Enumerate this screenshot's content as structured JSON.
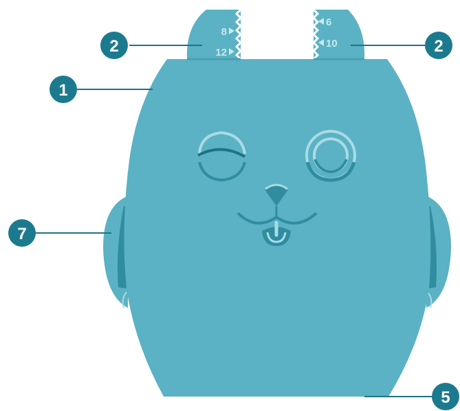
{
  "colors": {
    "body": "#5ab2c4",
    "body_dark": "#2f8d9f",
    "body_light": "#a9dbe5",
    "leader": "#1f7283",
    "marker": "#1c7a8e",
    "background": "#ffffff"
  },
  "ears": {
    "left": {
      "marks": [
        "8",
        "12"
      ]
    },
    "right": {
      "marks": [
        "6",
        "10"
      ]
    }
  },
  "callouts": [
    {
      "id": "2",
      "target": "left-ear"
    },
    {
      "id": "2",
      "target": "right-ear"
    },
    {
      "id": "1",
      "target": "top-edge"
    },
    {
      "id": "7",
      "target": "left-arm"
    },
    {
      "id": "5",
      "target": "bottom-edge"
    }
  ]
}
